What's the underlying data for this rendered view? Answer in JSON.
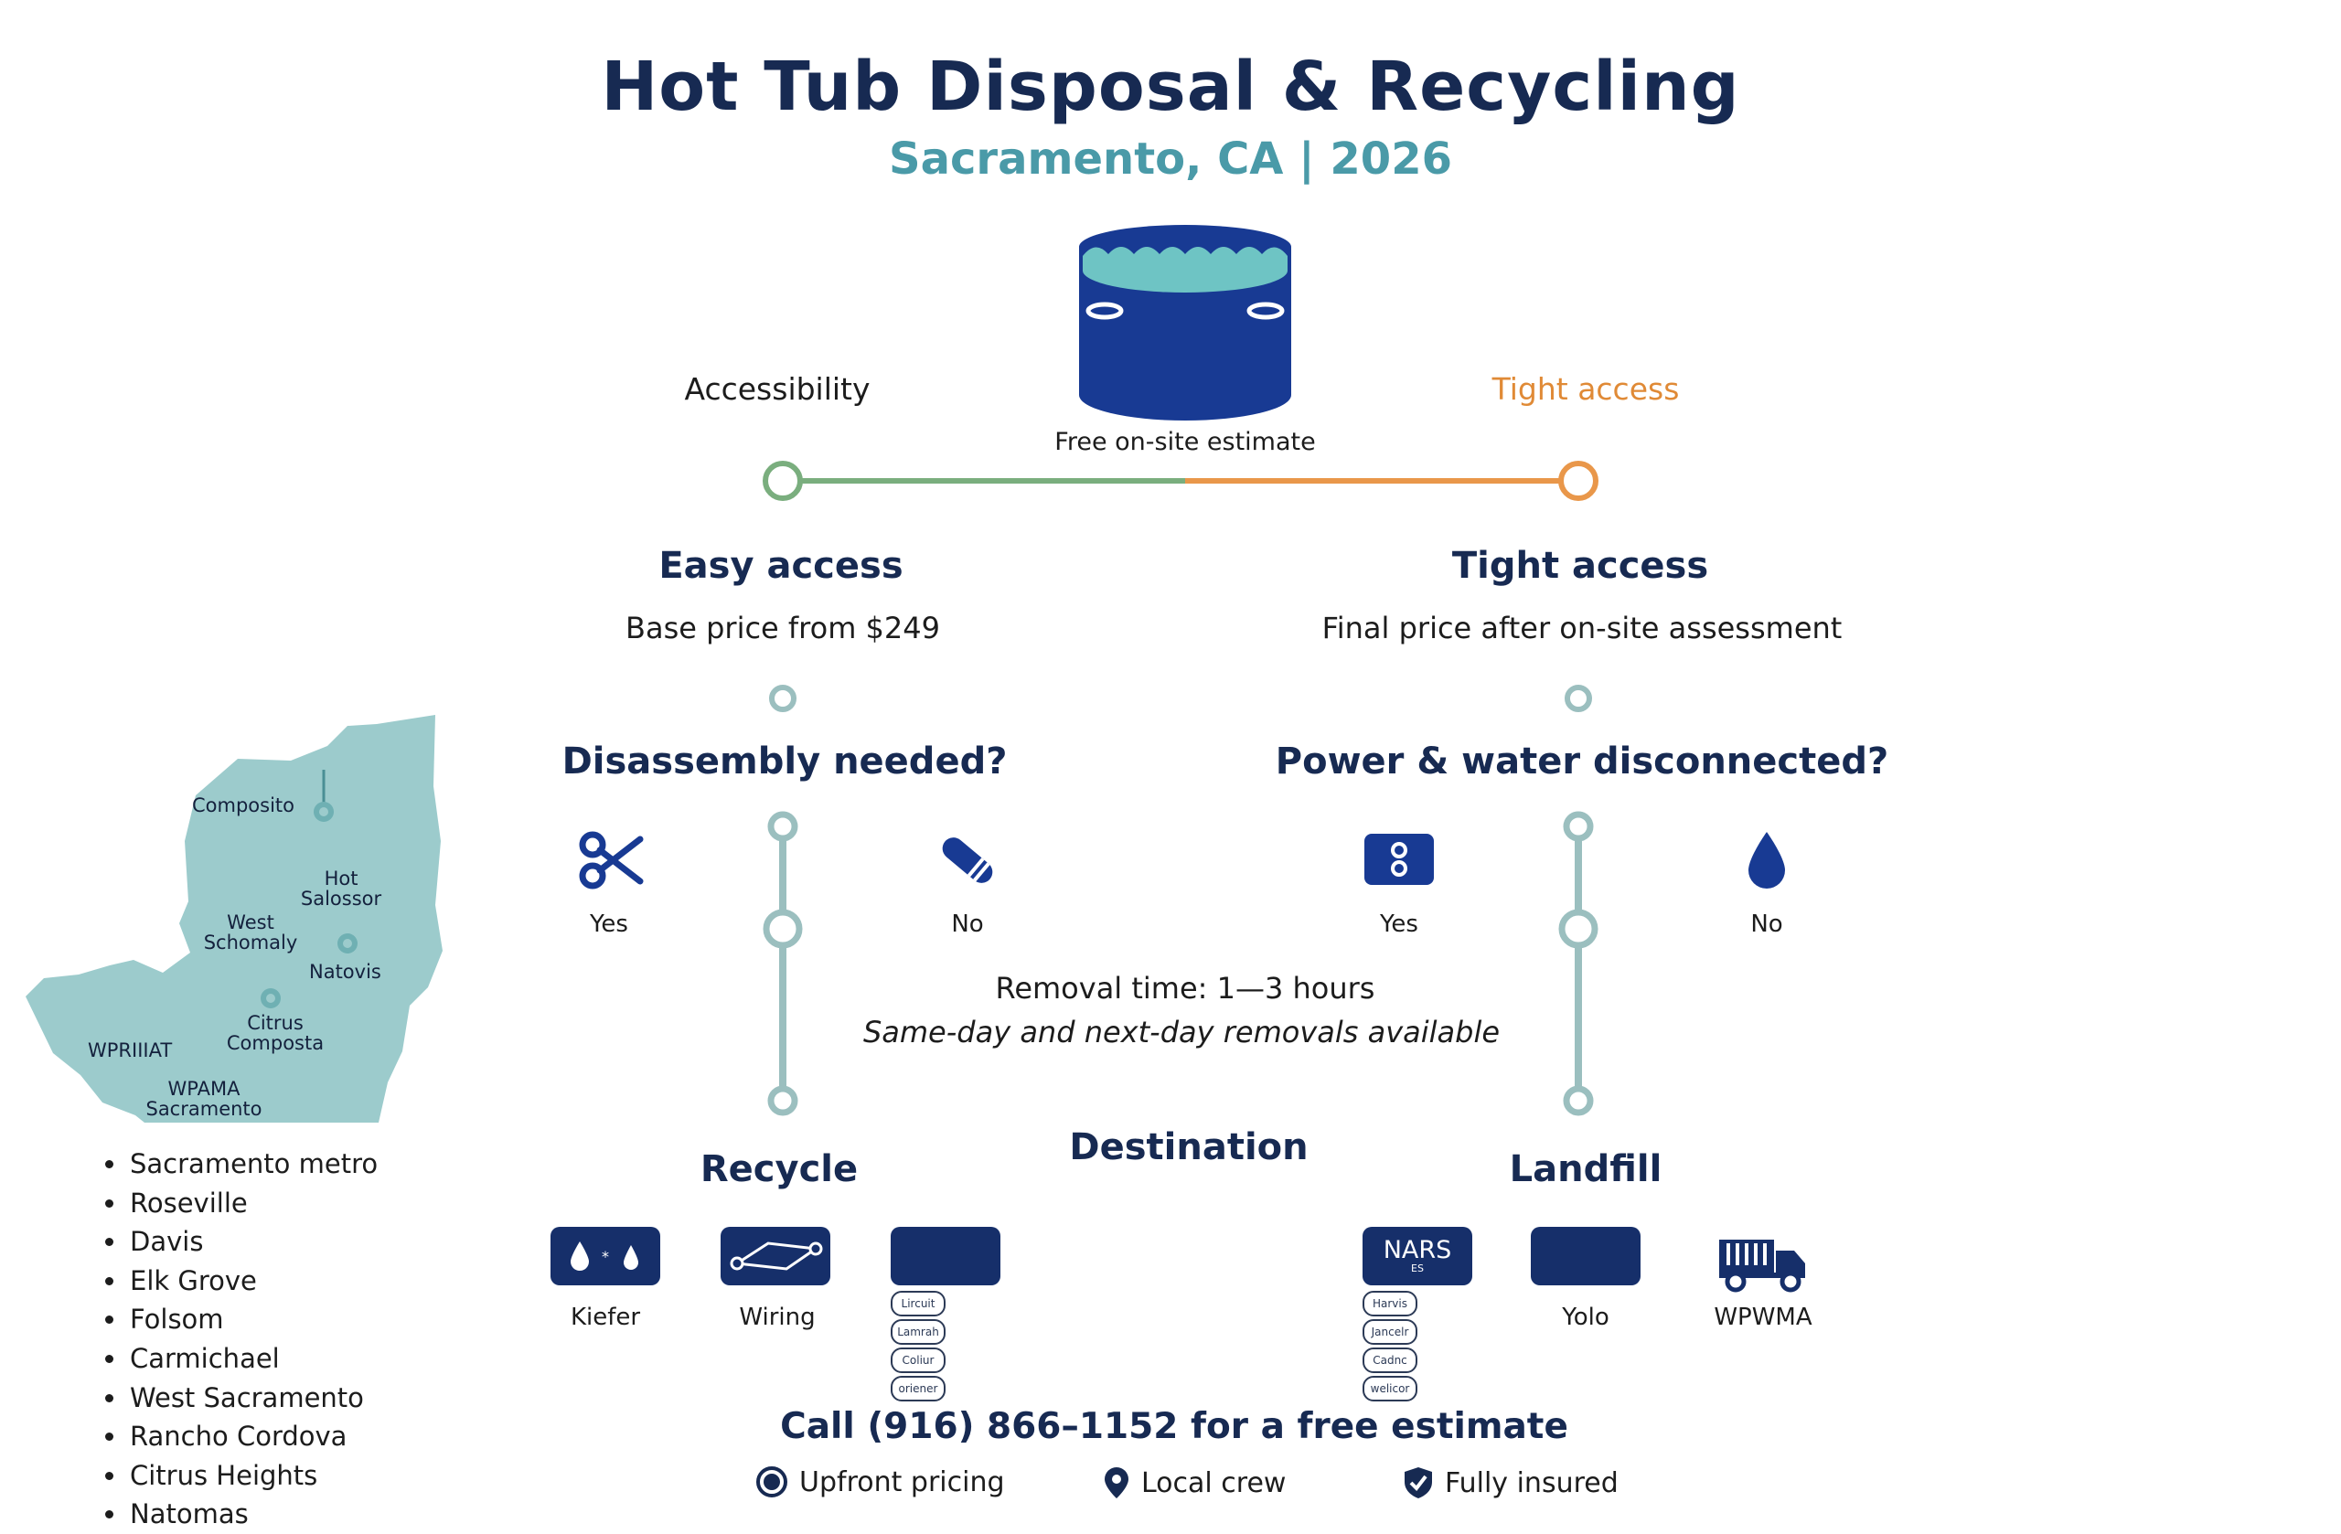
{
  "header": {
    "title": "Hot Tub Disposal & Recycling",
    "subtitle": "Sacramento, CA | 2026"
  },
  "estimate": {
    "left_label": "Accessibility",
    "right_label": "Tight access",
    "center_label": "Free on-site estimate"
  },
  "branches": {
    "easy": {
      "title": "Easy access",
      "price": "Base price from $249",
      "question": "Disassembly needed?",
      "yes": "Yes",
      "no": "No"
    },
    "tight": {
      "title": "Tight access",
      "price": "Final price after on-site assessment",
      "question": "Power & water disconnected?",
      "yes": "Yes",
      "no": "No"
    }
  },
  "removal": {
    "time": "Removal time: 1—3 hours",
    "availability": "Same-day and next-day removals available"
  },
  "destination": {
    "label": "Destination",
    "recycle": {
      "title": "Recycle",
      "items": [
        "Kiefer",
        "Wiring"
      ],
      "pills": [
        "Lircuit",
        "Lamrah",
        "Coliur",
        "oriener"
      ]
    },
    "landfill": {
      "title": "Landfill",
      "nars": "NARS",
      "nars_sub": "ES",
      "items": [
        "Yolo",
        "WPWMA"
      ],
      "pills": [
        "Harvis",
        "Jancelr",
        "Cadnc",
        "welicor"
      ]
    }
  },
  "map": {
    "labels": [
      "Composito",
      "Hot Salossor",
      "West Schomaly",
      "Natovis",
      "Citrus Composta",
      "WPRIIIAT",
      "WPAMA Sacramento"
    ]
  },
  "service_areas": [
    "Sacramento metro",
    "Roseville",
    "Davis",
    "Elk Grove",
    "Folsom",
    "Carmichael",
    "West Sacramento",
    "Rancho Cordova",
    "Citrus Heights",
    "Natomas"
  ],
  "cta": {
    "call": "Call (916) 866–1152 for a free estimate",
    "features": [
      "Upfront pricing",
      "Local crew",
      "Fully insured"
    ]
  },
  "colors": {
    "navy": "#172a52",
    "teal": "#4a9aa8",
    "green": "#7aae7e",
    "orange": "#e9974a",
    "tub": "#183a93",
    "water": "#6ec4c4",
    "map": "#9ccbcc"
  }
}
